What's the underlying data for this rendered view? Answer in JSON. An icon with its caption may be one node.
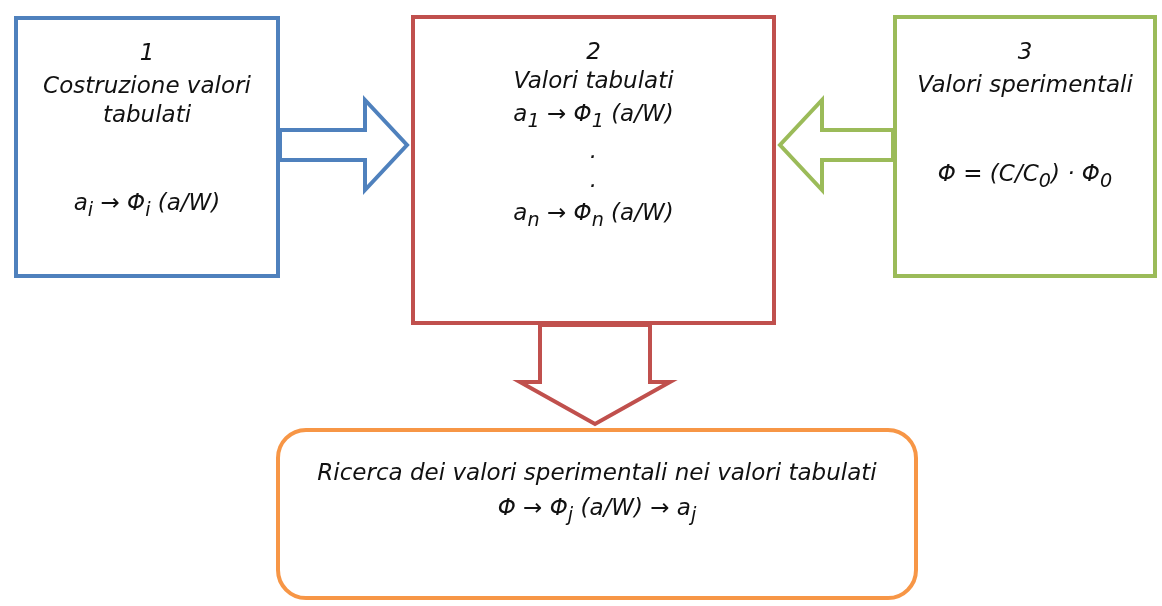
{
  "diagram": {
    "nodes": [
      {
        "text": [
          "1",
          "Costruzione valori tabulati",
          "a$_{i}$ → Φ$_{i}$ (a/W)"
        ]
      },
      {
        "text": [
          "2",
          "Valori tabulati",
          "a$_{1}$ → Φ$_{1}$ (a/W)",
          ".",
          ".",
          "a$_{n}$ → Φ$_{n}$ (a/W)"
        ]
      },
      {
        "text": [
          "3",
          "Valori sperimentali",
          "Φ = (C/C$_{0}$) · Φ$_{0}$"
        ]
      },
      {
        "text": [
          "Ricerca dei valori sperimentali nei valori tabulati",
          "Φ → Φ$_{j}$ (a/W) → a$_{j}$"
        ]
      }
    ],
    "edges": [
      {
        "from": 0,
        "to": 1,
        "arrow": "to",
        "color": "#4f81bd"
      },
      {
        "from": 2,
        "to": 1,
        "arrow": "to",
        "color": "#9bbb59"
      },
      {
        "from": 1,
        "to": 3,
        "arrow": "to",
        "color": "#c0504d"
      }
    ]
  }
}
